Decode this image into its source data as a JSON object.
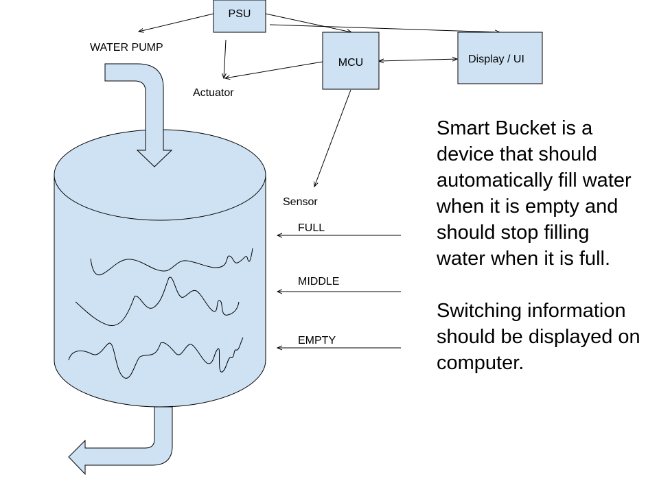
{
  "colors": {
    "fill": "#cfe2f3",
    "stroke": "#000000"
  },
  "nodes": {
    "psu": "PSU",
    "mcu": "MCU",
    "display": "Display / UI",
    "water_pump": "WATER PUMP",
    "actuator": "Actuator",
    "sensor": "Sensor"
  },
  "levels": {
    "full": "FULL",
    "middle": "MIDDLE",
    "empty": "EMPTY"
  },
  "description": {
    "paragraph1": "Smart Bucket is a device that should automatically fill water when it is empty and should stop filling water when it is full.",
    "paragraph2": "Switching information should be displayed on computer."
  }
}
